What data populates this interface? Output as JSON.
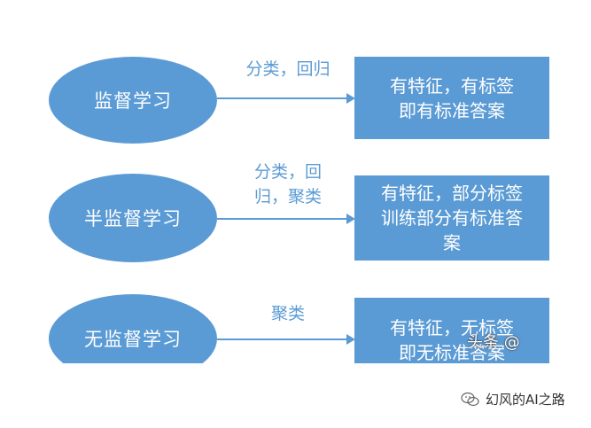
{
  "rows": [
    {
      "ellipse": "监督学习",
      "label_lines": [
        "分类，回归"
      ],
      "box_lines": [
        "有特征，有标签",
        "即有标准答案"
      ]
    },
    {
      "ellipse": "半监督学习",
      "label_lines": [
        "分类，回",
        "归，聚类"
      ],
      "box_lines": [
        "有特征，部分标签",
        "训练部分有标准答",
        "案"
      ]
    },
    {
      "ellipse": "无监督学习",
      "label_lines": [
        "聚类"
      ],
      "box_lines": [
        "有特征，无标签",
        "即无标准答案"
      ]
    }
  ],
  "watermark": "头条 @",
  "footer": {
    "text": "幻风的AI之路",
    "icon": "wechat-icon"
  },
  "colors": {
    "shape": "#5b9bd5",
    "label": "#5b9bd5",
    "text": "#ffffff"
  }
}
